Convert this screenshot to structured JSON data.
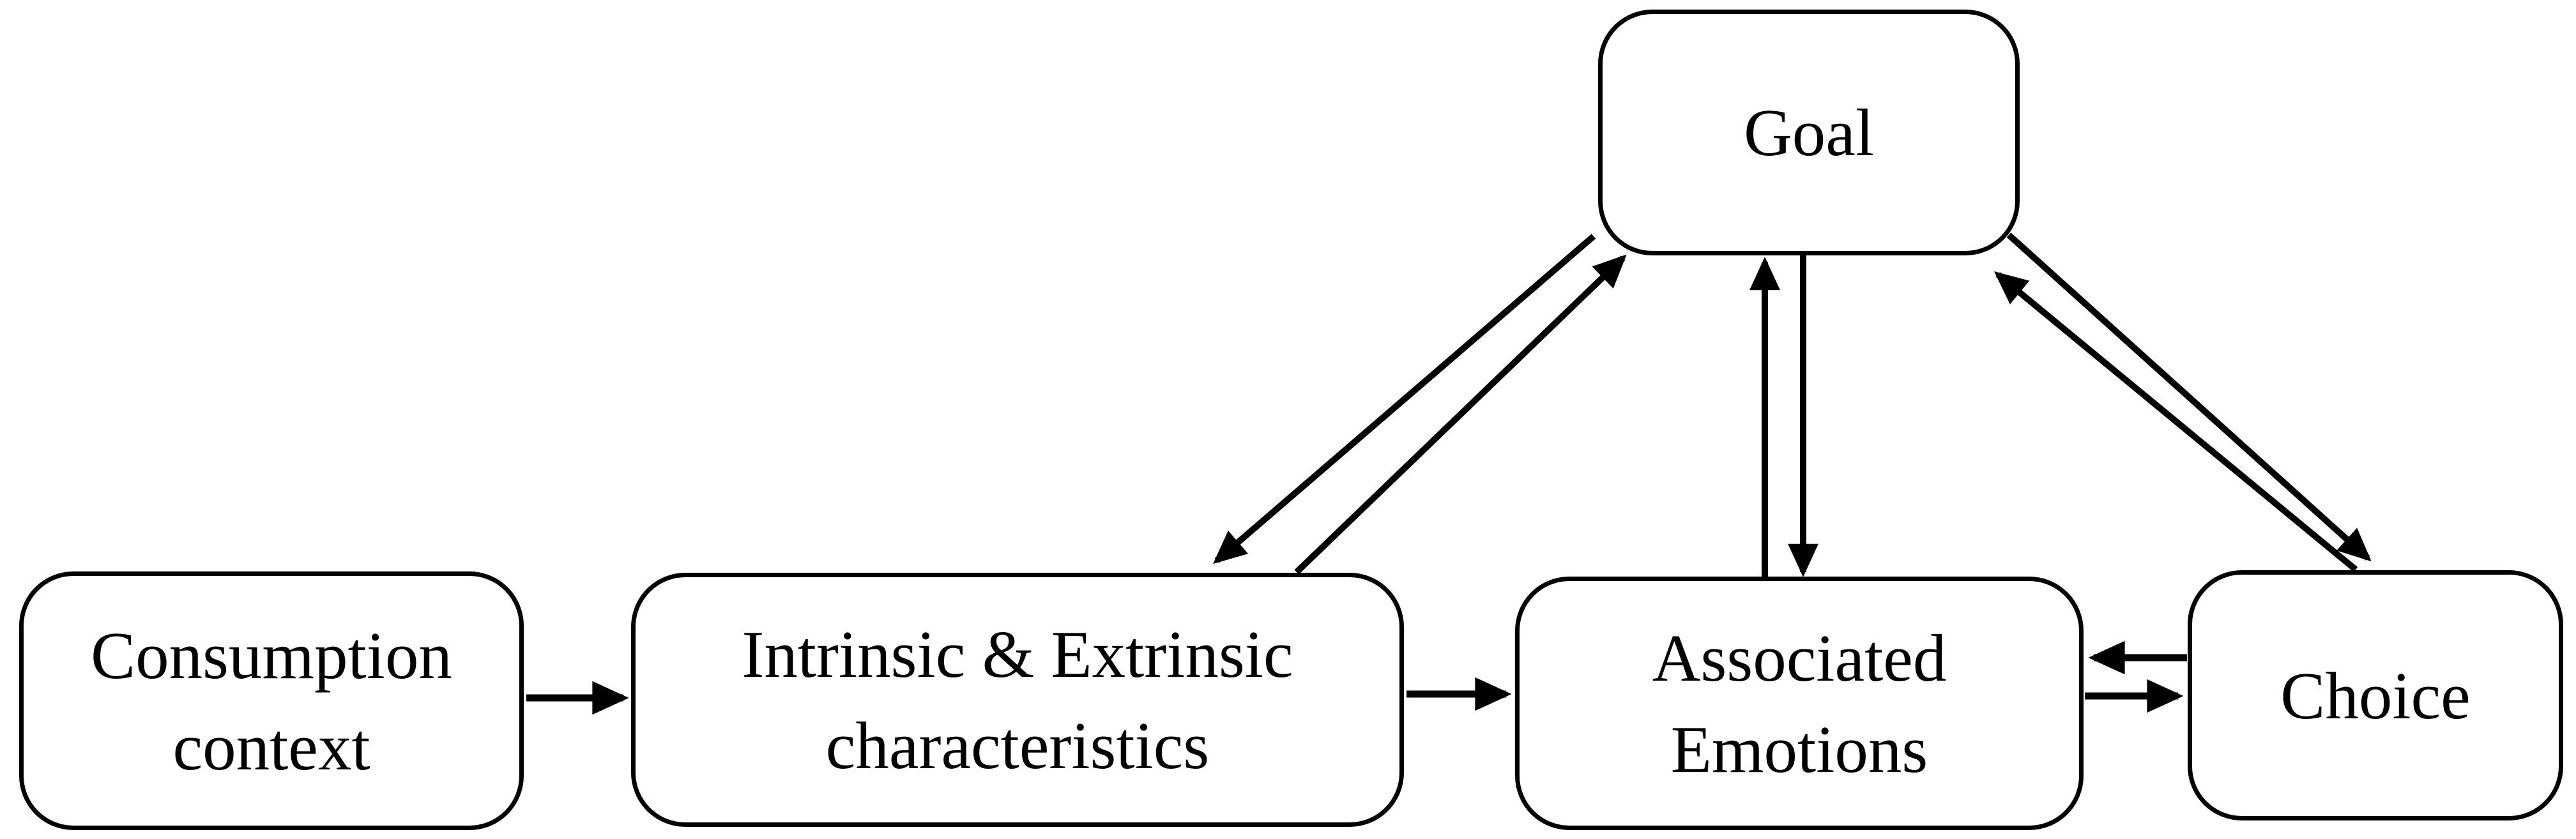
{
  "colors": {
    "background": "#ffffff",
    "stroke": "#000000",
    "text": "#000000"
  },
  "diagram": {
    "type": "flow-diagram",
    "nodes": {
      "goal": {
        "id": "goal",
        "label": "Goal",
        "lines": [
          "Goal"
        ]
      },
      "consumption": {
        "id": "consumption-context",
        "label": "Consumption context",
        "lines": [
          "Consumption",
          "context"
        ]
      },
      "intrinsic": {
        "id": "intrinsic-extrinsic-characteristics",
        "label": "Intrinsic & Extrinsic characteristics",
        "lines": [
          "Intrinsic & Extrinsic",
          "characteristics"
        ]
      },
      "emotions": {
        "id": "associated-emotions",
        "label": "Associated Emotions",
        "lines": [
          "Associated",
          "Emotions"
        ]
      },
      "choice": {
        "id": "choice",
        "label": "Choice",
        "lines": [
          "Choice"
        ]
      }
    },
    "edges": [
      {
        "from": "consumption-context",
        "to": "intrinsic-extrinsic-characteristics",
        "arrow": "single-headed"
      },
      {
        "from": "intrinsic-extrinsic-characteristics",
        "to": "associated-emotions",
        "arrow": "single-headed"
      },
      {
        "from": "associated-emotions",
        "to": "choice",
        "arrow": "single-headed"
      },
      {
        "from": "choice",
        "to": "associated-emotions",
        "arrow": "single-headed"
      },
      {
        "from": "intrinsic-extrinsic-characteristics",
        "to": "goal",
        "arrow": "single-headed"
      },
      {
        "from": "goal",
        "to": "intrinsic-extrinsic-characteristics",
        "arrow": "single-headed"
      },
      {
        "from": "associated-emotions",
        "to": "goal",
        "arrow": "single-headed"
      },
      {
        "from": "goal",
        "to": "associated-emotions",
        "arrow": "single-headed"
      },
      {
        "from": "choice",
        "to": "goal",
        "arrow": "single-headed"
      },
      {
        "from": "goal",
        "to": "choice",
        "arrow": "single-headed"
      }
    ]
  }
}
